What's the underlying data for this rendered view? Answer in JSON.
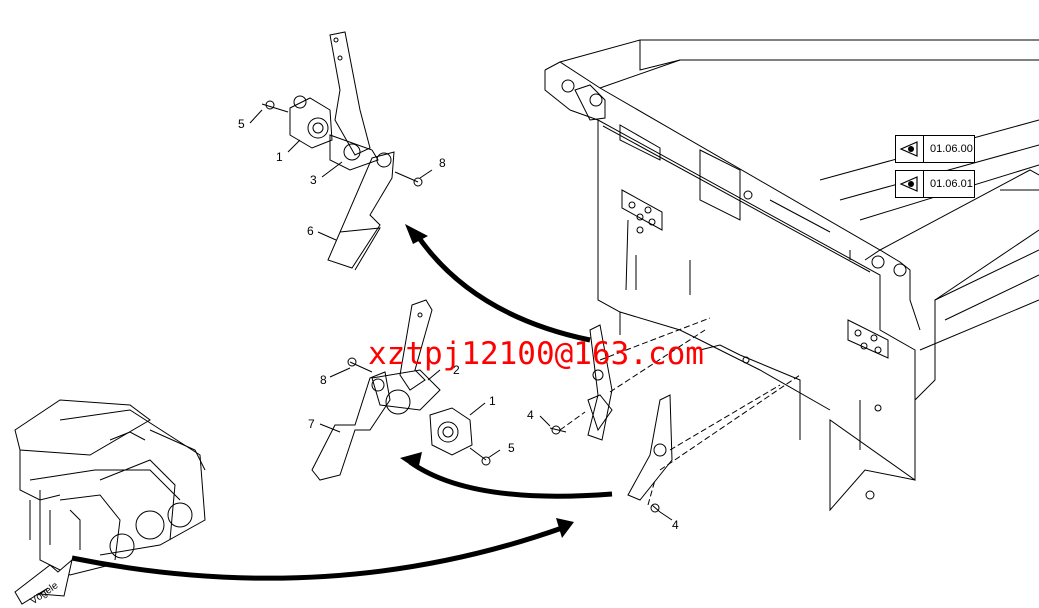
{
  "callouts": {
    "top_group": {
      "n5": "5",
      "n1": "1",
      "n3": "3",
      "n8": "8",
      "n6": "6"
    },
    "middle_group": {
      "n8": "8",
      "n2": "2",
      "n1": "1",
      "n7": "7",
      "n5": "5",
      "n4": "4"
    },
    "frame_group": {
      "n4": "4"
    }
  },
  "references": [
    {
      "label": "01.06.00",
      "icon": "view-eye-icon"
    },
    {
      "label": "01.06.01",
      "icon": "view-eye-icon"
    }
  ],
  "watermark": "xztpj12100@163.com",
  "machine_logo": "Vögele",
  "colors": {
    "line": "#000000",
    "watermark": "#ff0000",
    "background": "#ffffff"
  }
}
